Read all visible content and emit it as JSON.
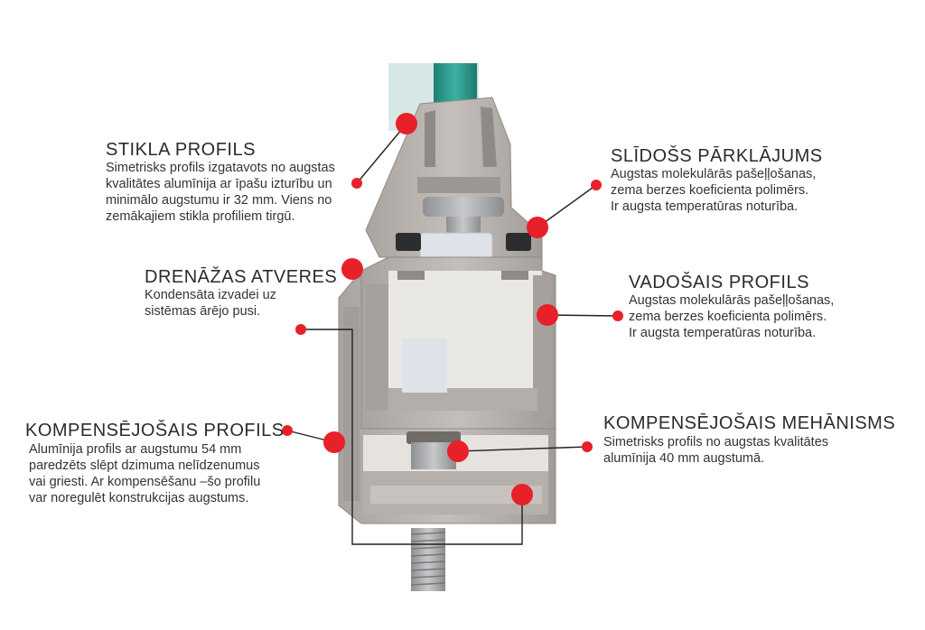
{
  "labels": {
    "stikla": {
      "title": "STIKLA PROFILS",
      "desc": "Simetrisks profils izgatavots no augstas\nkvalitātes alumīnija ar īpašu izturību un\nminimālo augstumu ir 32 mm. Viens no\nzemākajiem stikla profiliem tirgū."
    },
    "slidoss": {
      "title": "SLĪDOŠS PĀRKLĀJUMS",
      "desc": "Augstas molekulārās pašeļļošanas,\nzema berzes koeficienta polimērs.\nIr augsta temperatūras noturība."
    },
    "drenazas": {
      "title": "DRENĀŽAS ATVERES",
      "desc": "Kondensāta izvadei uz\nsistēmas ārējo pusi."
    },
    "vadosais": {
      "title": "VADOŠAIS PROFILS",
      "desc": "Augstas molekulārās pašeļļošanas,\nzema berzes koeficienta polimērs.\nIr augsta temperatūras noturība."
    },
    "kompensejosais_profils": {
      "title": "KOMPENSĒJOŠAIS PROFILS",
      "desc": "Alumīnija profils ar augstumu 54 mm\nparedzēts slēpt dzimuma nelīdzenumus\nvai griesti. Ar kompensēšanu –šo profilu\nvar noregulēt konstrukcijas augstums."
    },
    "kompensejosais_mehanisms": {
      "title": "KOMPENSĒJOŠAIS MEHĀNISMS",
      "desc": "Simetrisks profils no augstas kvalitātes\nalumīnija 40 mm augstumā."
    }
  },
  "colors": {
    "marker": "#e8202a",
    "leader_line": "#222222",
    "aluminium": "#b9b3ad",
    "aluminium_dark": "#8f8a85",
    "glass": "#2f9a8c",
    "polymer": "#d9dce3",
    "steel": "#a8aaad"
  }
}
